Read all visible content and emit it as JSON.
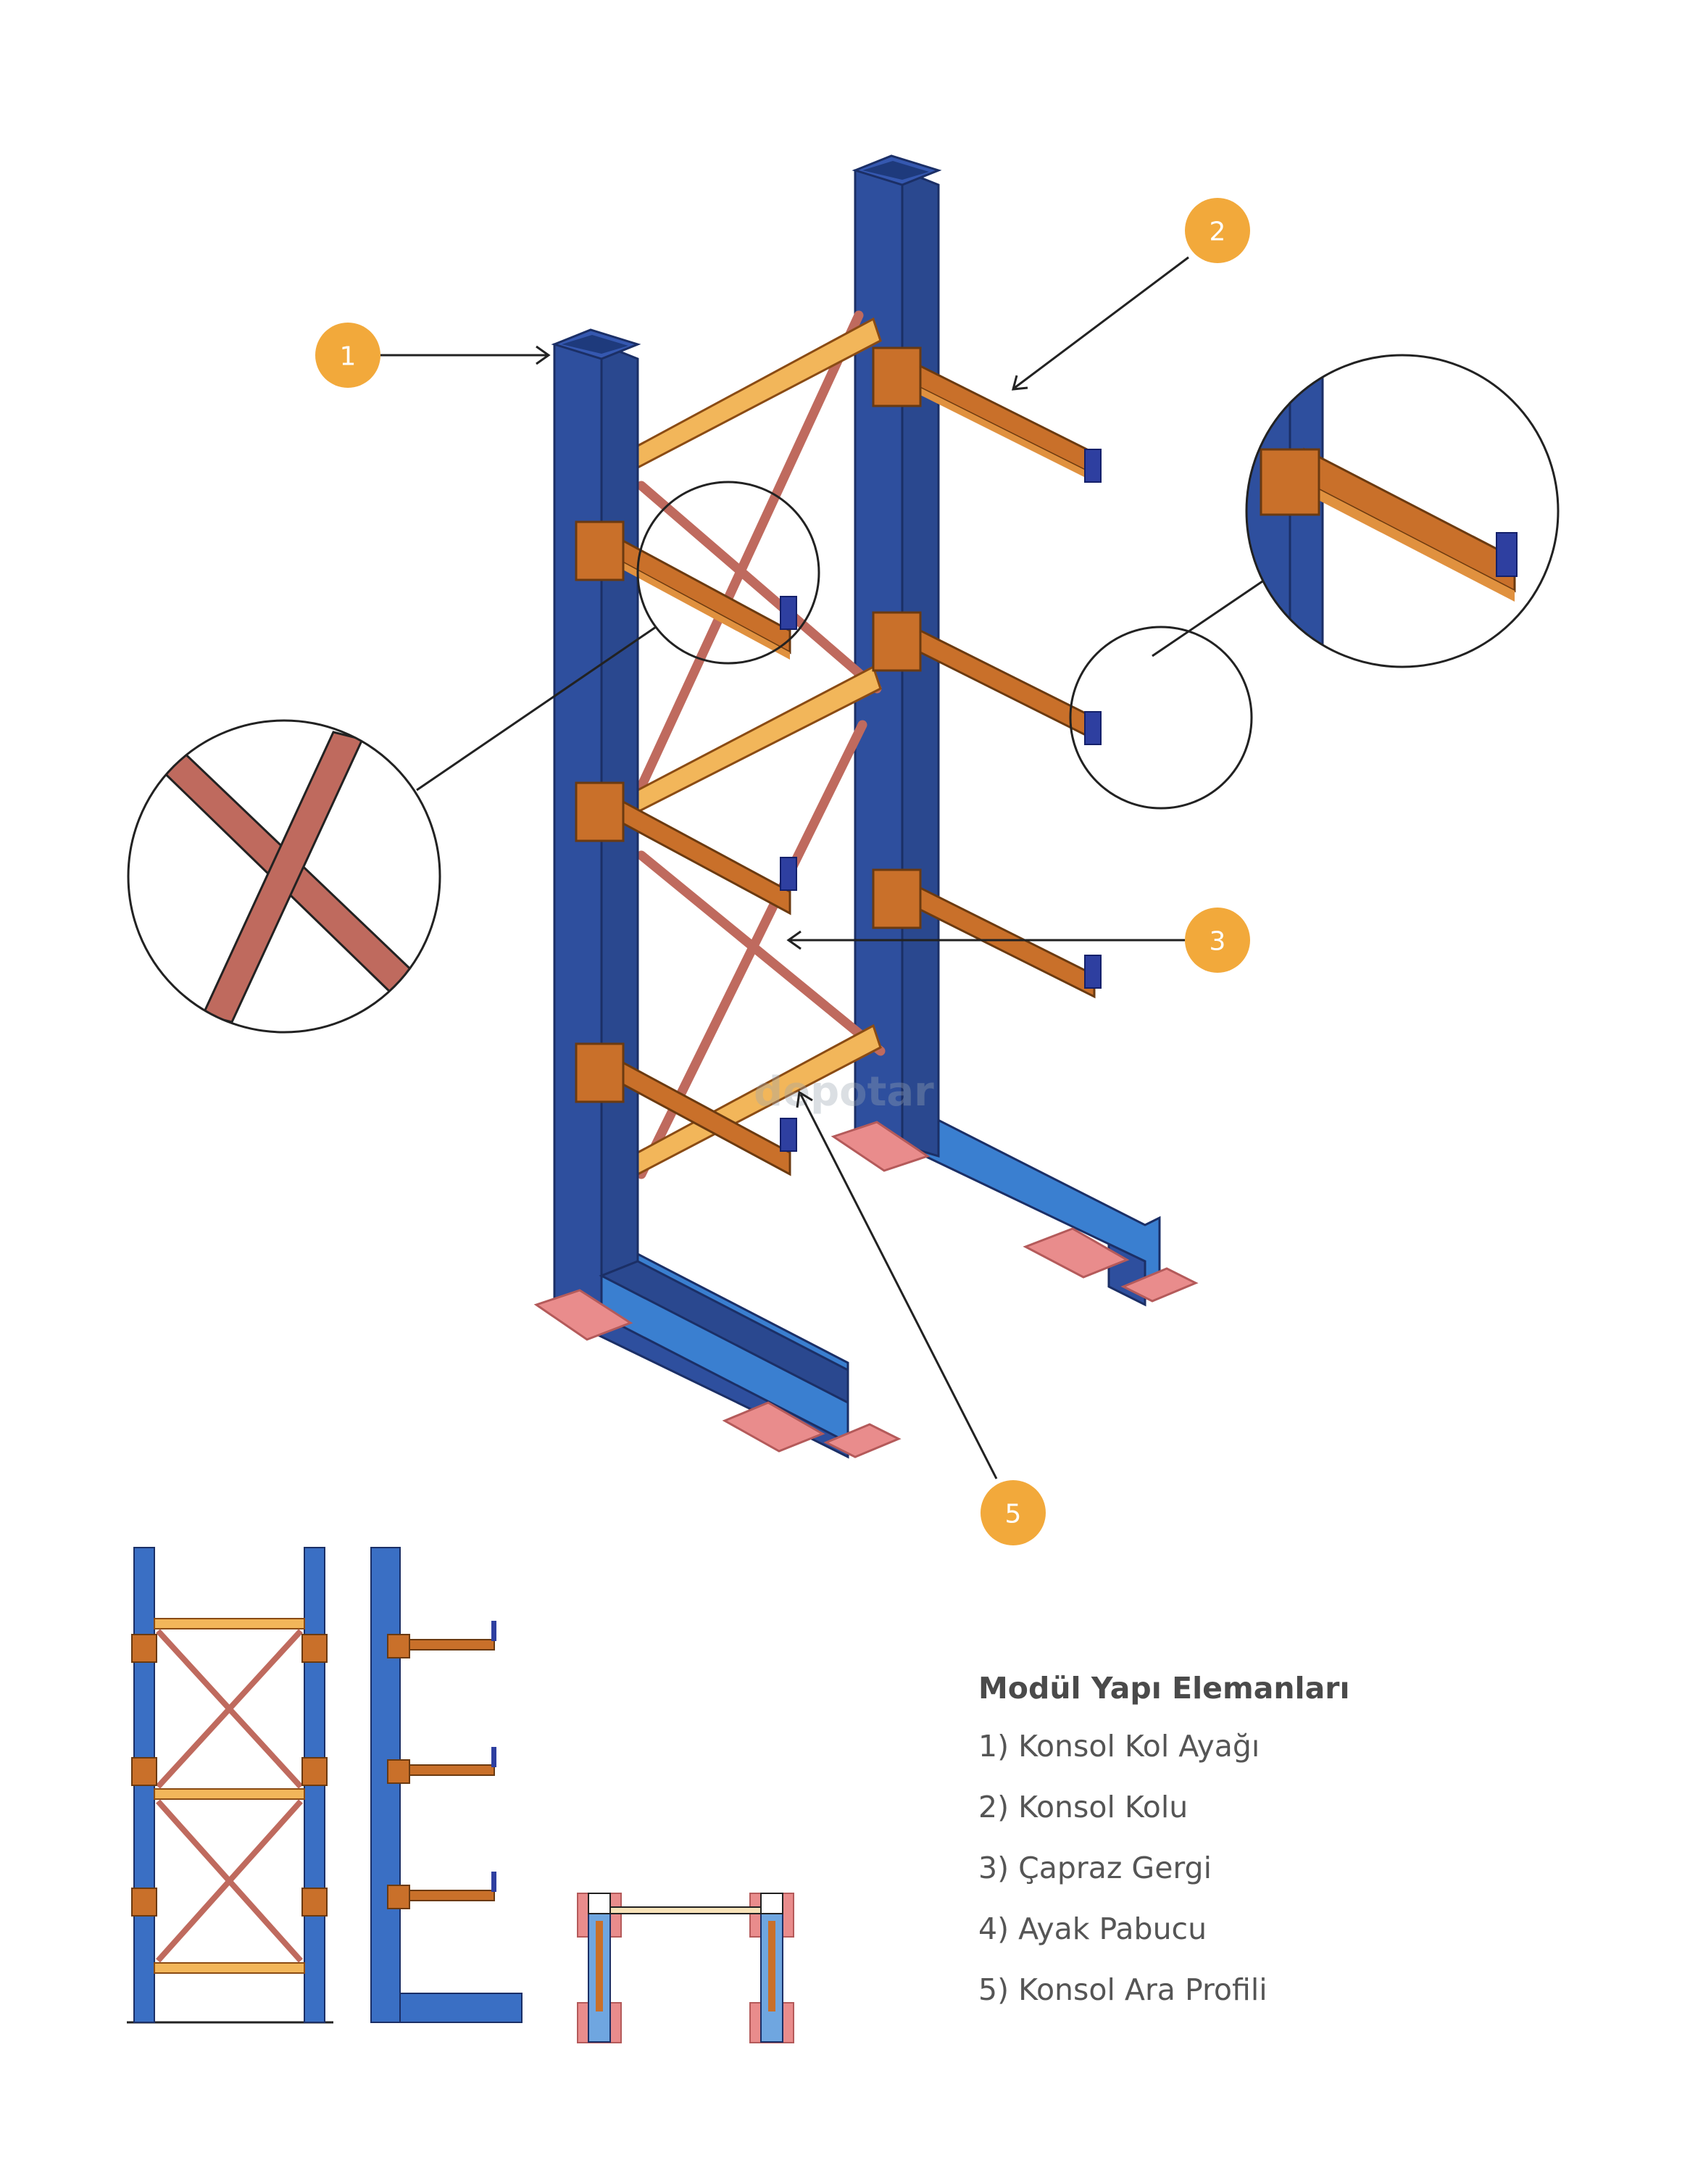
{
  "callouts": [
    {
      "number": "1"
    },
    {
      "number": "2"
    },
    {
      "number": "3"
    },
    {
      "number": "5"
    }
  ],
  "legend": {
    "title": "Modül Yapı Elemanları",
    "items": [
      "1) Konsol Kol Ayağı",
      "2) Konsol Kolu",
      "3) Çapraz Gergi",
      "4) Ayak Pabucu",
      "5) Konsol Ara Profili"
    ]
  },
  "watermark": "depotar",
  "colors": {
    "column_blue": "#2e4f9e",
    "base_blue": "#3a7fd0",
    "arm_orange": "#c9702a",
    "beam_yellow": "#f2b65a",
    "brace_red": "#bf6a5e",
    "footplate_pink": "#e98c8c",
    "badge_orange": "#f2a93b",
    "text_gray": "#555555"
  }
}
